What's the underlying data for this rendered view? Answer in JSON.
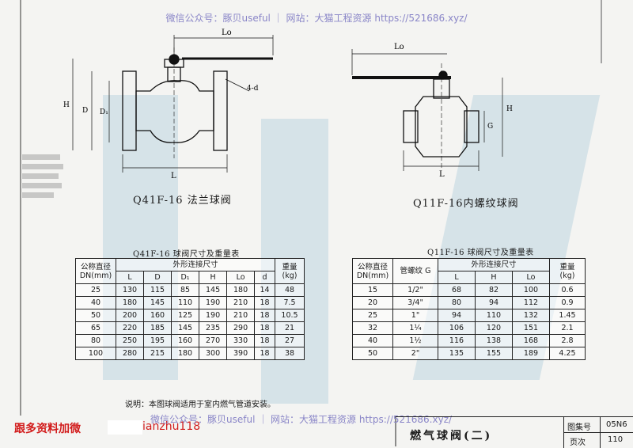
{
  "watermark": "微信公众号：豚贝useful ｜ 网站：大猫工程资源 https://521686.xyz/",
  "figure_left": {
    "caption": "Q41F-16 法兰球阀",
    "dims": {
      "lo": "Lo",
      "h": "H",
      "d": "D",
      "d1": "D₁",
      "holes": "4-d",
      "l": "L"
    }
  },
  "figure_right": {
    "caption": "Q11F-16内螺纹球阀",
    "dims": {
      "lo": "Lo",
      "h": "H",
      "g": "G",
      "l": "L"
    }
  },
  "table_left": {
    "title": "Q41F-16 球阀尺寸及重量表",
    "header_dn": "公称直径 DN(mm)",
    "header_group": "外形连接尺寸",
    "header_weight": "重量 (kg)",
    "columns": [
      "L",
      "D",
      "D₁",
      "H",
      "Lo",
      "d"
    ],
    "rows": [
      [
        "25",
        "130",
        "115",
        "85",
        "145",
        "180",
        "14",
        "48"
      ],
      [
        "40",
        "180",
        "145",
        "110",
        "190",
        "210",
        "18",
        "7.5"
      ],
      [
        "50",
        "200",
        "160",
        "125",
        "190",
        "210",
        "18",
        "10.5"
      ],
      [
        "65",
        "220",
        "185",
        "145",
        "235",
        "290",
        "18",
        "21"
      ],
      [
        "80",
        "250",
        "195",
        "160",
        "270",
        "330",
        "18",
        "27"
      ],
      [
        "100",
        "280",
        "215",
        "180",
        "300",
        "390",
        "18",
        "38"
      ]
    ]
  },
  "table_right": {
    "title": "Q11F-16 球阀尺寸及重量表",
    "header_dn": "公称直径 DN(mm)",
    "header_thread": "管螺纹 G",
    "header_group": "外形连接尺寸",
    "header_weight": "重量 (kg)",
    "columns": [
      "L",
      "H",
      "Lo"
    ],
    "rows": [
      [
        "15",
        "1/2\"",
        "68",
        "82",
        "100",
        "0.6"
      ],
      [
        "20",
        "3/4\"",
        "80",
        "94",
        "112",
        "0.9"
      ],
      [
        "25",
        "1\"",
        "94",
        "110",
        "132",
        "1.45"
      ],
      [
        "32",
        "1¼",
        "106",
        "120",
        "151",
        "2.1"
      ],
      [
        "40",
        "1½",
        "116",
        "138",
        "168",
        "2.8"
      ],
      [
        "50",
        "2\"",
        "135",
        "155",
        "189",
        "4.25"
      ]
    ]
  },
  "note": "说明：本图球阀适用于室内燃气管道安装。",
  "promo": {
    "text": "跟多资料加微",
    "id": "ianzhu118"
  },
  "title_block": {
    "title": "燃气球阀(二)",
    "atlas_label": "图集号",
    "atlas_value": "05N6",
    "page_label": "页次",
    "page_value": "110"
  },
  "colors": {
    "watermark": "#8a86c8",
    "promo": "#d21c1c",
    "background_glyph": "#9dc2d6"
  }
}
